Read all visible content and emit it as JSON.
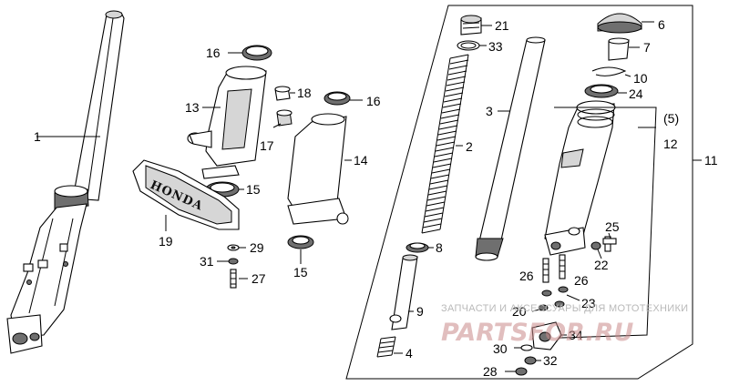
{
  "diagram": {
    "callouts": {
      "c1": "1",
      "c2": "2",
      "c3": "3",
      "c4": "4",
      "c5": "(5)",
      "c6": "6",
      "c7": "7",
      "c8": "8",
      "c9": "9",
      "c10": "10",
      "c11": "11",
      "c12": "12",
      "c13": "13",
      "c14": "14",
      "c15a": "15",
      "c15b": "15",
      "c16a": "16",
      "c16b": "16",
      "c17": "17",
      "c18": "18",
      "c19": "19",
      "c20": "20",
      "c21": "21",
      "c22": "22",
      "c23": "23",
      "c24": "24",
      "c25": "25",
      "c26a": "26",
      "c26b": "26",
      "c27": "27",
      "c28": "28",
      "c29": "29",
      "c30": "30",
      "c31": "31",
      "c32": "32",
      "c33": "33",
      "c34": "34"
    },
    "emblem_text": "HONDA",
    "watermark": {
      "line1": "ЗАПЧАСТИ И АКСЕССУАРЫ ДЛЯ МОТОТЕХНИКИ",
      "line2": "PARTSFOR.RU"
    }
  },
  "colors": {
    "line": "#000000",
    "watermark_text": "#b9b9b9",
    "watermark_logo": "#c98a8a"
  }
}
